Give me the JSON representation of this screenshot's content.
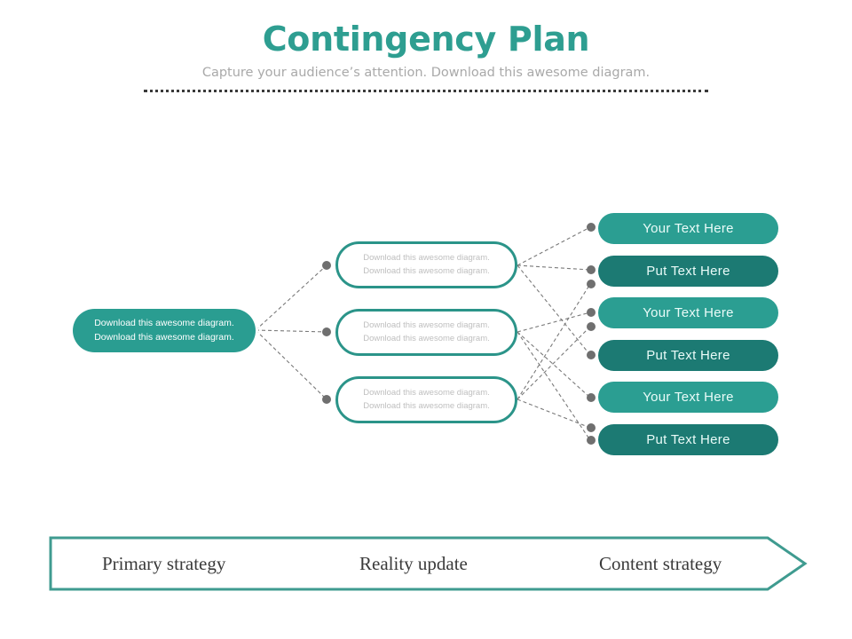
{
  "header": {
    "title": "Contingency Plan",
    "subtitle": "Capture your audience’s attention. Download this awesome diagram."
  },
  "colors": {
    "accent_teal": "#2e9e91",
    "leaf_light": "#2b9e92",
    "leaf_dark": "#1c7a73",
    "node_border": "#2b9489",
    "connector": "#7a7a7a",
    "subtitle_gray": "#a9a9a9",
    "divider": "#3a3a3a",
    "banner_border": "#3f9b90",
    "banner_text": "#3a3a3a"
  },
  "diagram": {
    "root": {
      "line1": "Download this awesome diagram.",
      "line2": "Download this awesome diagram."
    },
    "middle_nodes": [
      {
        "line1": "Download this awesome diagram.",
        "line2": "Download this awesome diagram."
      },
      {
        "line1": "Download this awesome diagram.",
        "line2": "Download this awesome diagram."
      },
      {
        "line1": "Download this awesome diagram.",
        "line2": "Download this awesome diagram."
      }
    ],
    "leaf_nodes": [
      {
        "label": "Your  Text Here",
        "style": "light"
      },
      {
        "label": "Put Text Here",
        "style": "dark"
      },
      {
        "label": "Your  Text Here",
        "style": "light"
      },
      {
        "label": "Put Text Here",
        "style": "dark"
      },
      {
        "label": "Your  Text Here",
        "style": "light"
      },
      {
        "label": "Put Text Here",
        "style": "dark"
      }
    ]
  },
  "banner": {
    "labels": [
      "Primary strategy",
      "Reality update",
      "Content strategy"
    ]
  }
}
